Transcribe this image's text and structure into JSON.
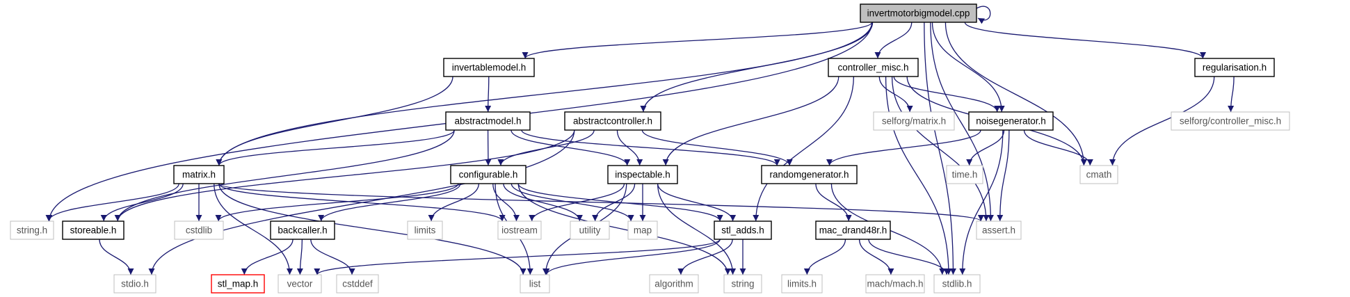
{
  "diagram": {
    "root": "invertmotorbigmodel.cpp",
    "colors": {
      "edge": "#191970",
      "root_fill": "#bfbfbf",
      "documented_border": "#000000",
      "external_border": "#bfbfbf",
      "missing_border": "#ff0000"
    },
    "nodes": [
      {
        "id": "invertmotorbigmodel_cpp",
        "label": "invertmotorbigmodel.cpp",
        "kind": "root"
      },
      {
        "id": "invertablemodel_h",
        "label": "invertablemodel.h",
        "kind": "documented"
      },
      {
        "id": "controller_misc_h",
        "label": "controller_misc.h",
        "kind": "documented"
      },
      {
        "id": "regularisation_h",
        "label": "regularisation.h",
        "kind": "documented"
      },
      {
        "id": "abstractmodel_h",
        "label": "abstractmodel.h",
        "kind": "documented"
      },
      {
        "id": "abstractcontroller_h",
        "label": "abstractcontroller.h",
        "kind": "documented"
      },
      {
        "id": "selforg_matrix_h",
        "label": "selforg/matrix.h",
        "kind": "external"
      },
      {
        "id": "noisegenerator_h",
        "label": "noisegenerator.h",
        "kind": "documented"
      },
      {
        "id": "selforg_controller_misc_h",
        "label": "selforg/controller_misc.h",
        "kind": "external"
      },
      {
        "id": "matrix_h",
        "label": "matrix.h",
        "kind": "documented"
      },
      {
        "id": "configurable_h",
        "label": "configurable.h",
        "kind": "documented"
      },
      {
        "id": "inspectable_h",
        "label": "inspectable.h",
        "kind": "documented"
      },
      {
        "id": "randomgenerator_h",
        "label": "randomgenerator.h",
        "kind": "documented"
      },
      {
        "id": "time_h",
        "label": "time.h",
        "kind": "external"
      },
      {
        "id": "cmath",
        "label": "cmath",
        "kind": "external"
      },
      {
        "id": "string_h",
        "label": "string.h",
        "kind": "external"
      },
      {
        "id": "storeable_h",
        "label": "storeable.h",
        "kind": "documented"
      },
      {
        "id": "cstdlib",
        "label": "cstdlib",
        "kind": "external"
      },
      {
        "id": "backcaller_h",
        "label": "backcaller.h",
        "kind": "documented"
      },
      {
        "id": "limits",
        "label": "limits",
        "kind": "external"
      },
      {
        "id": "iostream",
        "label": "iostream",
        "kind": "external"
      },
      {
        "id": "utility",
        "label": "utility",
        "kind": "external"
      },
      {
        "id": "map",
        "label": "map",
        "kind": "external"
      },
      {
        "id": "stl_adds_h",
        "label": "stl_adds.h",
        "kind": "documented"
      },
      {
        "id": "mac_drand48r_h",
        "label": "mac_drand48r.h",
        "kind": "documented"
      },
      {
        "id": "assert_h",
        "label": "assert.h",
        "kind": "external"
      },
      {
        "id": "stdio_h",
        "label": "stdio.h",
        "kind": "external"
      },
      {
        "id": "stl_map_h",
        "label": "stl_map.h",
        "kind": "missing"
      },
      {
        "id": "vector",
        "label": "vector",
        "kind": "external"
      },
      {
        "id": "cstddef",
        "label": "cstddef",
        "kind": "external"
      },
      {
        "id": "list",
        "label": "list",
        "kind": "external"
      },
      {
        "id": "algorithm",
        "label": "algorithm",
        "kind": "external"
      },
      {
        "id": "string",
        "label": "string",
        "kind": "external"
      },
      {
        "id": "limits_h",
        "label": "limits.h",
        "kind": "external"
      },
      {
        "id": "mach_mach_h",
        "label": "mach/mach.h",
        "kind": "external"
      },
      {
        "id": "stdlib_h",
        "label": "stdlib.h",
        "kind": "external"
      }
    ],
    "edges": [
      [
        "invertmotorbigmodel_cpp",
        "invertablemodel_h"
      ],
      [
        "invertmotorbigmodel_cpp",
        "controller_misc_h"
      ],
      [
        "invertmotorbigmodel_cpp",
        "regularisation_h"
      ],
      [
        "invertmotorbigmodel_cpp",
        "abstractcontroller_h"
      ],
      [
        "invertmotorbigmodel_cpp",
        "noisegenerator_h"
      ],
      [
        "invertmotorbigmodel_cpp",
        "matrix_h"
      ],
      [
        "invertmotorbigmodel_cpp",
        "string_h"
      ],
      [
        "invertmotorbigmodel_cpp",
        "cmath"
      ],
      [
        "invertmotorbigmodel_cpp",
        "assert_h"
      ],
      [
        "invertmotorbigmodel_cpp",
        "stdlib_h"
      ],
      [
        "invertmotorbigmodel_cpp",
        "invertmotorbigmodel_cpp"
      ],
      [
        "invertablemodel_h",
        "abstractmodel_h"
      ],
      [
        "invertablemodel_h",
        "matrix_h"
      ],
      [
        "abstractmodel_h",
        "matrix_h"
      ],
      [
        "abstractmodel_h",
        "configurable_h"
      ],
      [
        "abstractmodel_h",
        "inspectable_h"
      ],
      [
        "abstractmodel_h",
        "storeable_h"
      ],
      [
        "abstractmodel_h",
        "randomgenerator_h"
      ],
      [
        "abstractcontroller_h",
        "configurable_h"
      ],
      [
        "abstractcontroller_h",
        "inspectable_h"
      ],
      [
        "abstractcontroller_h",
        "randomgenerator_h"
      ],
      [
        "abstractcontroller_h",
        "storeable_h"
      ],
      [
        "abstractcontroller_h",
        "stdio_h"
      ],
      [
        "controller_misc_h",
        "selforg_matrix_h"
      ],
      [
        "controller_misc_h",
        "noisegenerator_h"
      ],
      [
        "controller_misc_h",
        "inspectable_h"
      ],
      [
        "controller_misc_h",
        "stl_adds_h"
      ],
      [
        "controller_misc_h",
        "cmath"
      ],
      [
        "controller_misc_h",
        "assert_h"
      ],
      [
        "controller_misc_h",
        "stdlib_h"
      ],
      [
        "regularisation_h",
        "selforg_controller_misc_h"
      ],
      [
        "regularisation_h",
        "cmath"
      ],
      [
        "noisegenerator_h",
        "randomgenerator_h"
      ],
      [
        "noisegenerator_h",
        "time_h"
      ],
      [
        "noisegenerator_h",
        "cmath"
      ],
      [
        "noisegenerator_h",
        "assert_h"
      ],
      [
        "noisegenerator_h",
        "stdlib_h"
      ],
      [
        "matrix_h",
        "string_h"
      ],
      [
        "matrix_h",
        "storeable_h"
      ],
      [
        "matrix_h",
        "cstdlib"
      ],
      [
        "matrix_h",
        "iostream"
      ],
      [
        "matrix_h",
        "vector"
      ],
      [
        "matrix_h",
        "list"
      ],
      [
        "matrix_h",
        "assert_h"
      ],
      [
        "configurable_h",
        "cstdlib"
      ],
      [
        "configurable_h",
        "backcaller_h"
      ],
      [
        "configurable_h",
        "limits"
      ],
      [
        "configurable_h",
        "iostream"
      ],
      [
        "configurable_h",
        "utility"
      ],
      [
        "configurable_h",
        "map"
      ],
      [
        "configurable_h",
        "stl_adds_h"
      ],
      [
        "configurable_h",
        "list"
      ],
      [
        "configurable_h",
        "string"
      ],
      [
        "inspectable_h",
        "iostream"
      ],
      [
        "inspectable_h",
        "utility"
      ],
      [
        "inspectable_h",
        "map"
      ],
      [
        "inspectable_h",
        "stl_adds_h"
      ],
      [
        "inspectable_h",
        "list"
      ],
      [
        "inspectable_h",
        "string"
      ],
      [
        "randomgenerator_h",
        "mac_drand48r_h"
      ],
      [
        "randomgenerator_h",
        "stdlib_h"
      ],
      [
        "storeable_h",
        "stdio_h"
      ],
      [
        "backcaller_h",
        "stl_map_h"
      ],
      [
        "backcaller_h",
        "vector"
      ],
      [
        "backcaller_h",
        "cstddef"
      ],
      [
        "stl_adds_h",
        "vector"
      ],
      [
        "stl_adds_h",
        "list"
      ],
      [
        "stl_adds_h",
        "algorithm"
      ],
      [
        "stl_adds_h",
        "string"
      ],
      [
        "mac_drand48r_h",
        "limits_h"
      ],
      [
        "mac_drand48r_h",
        "mach_mach_h"
      ],
      [
        "mac_drand48r_h",
        "stdlib_h"
      ]
    ]
  }
}
